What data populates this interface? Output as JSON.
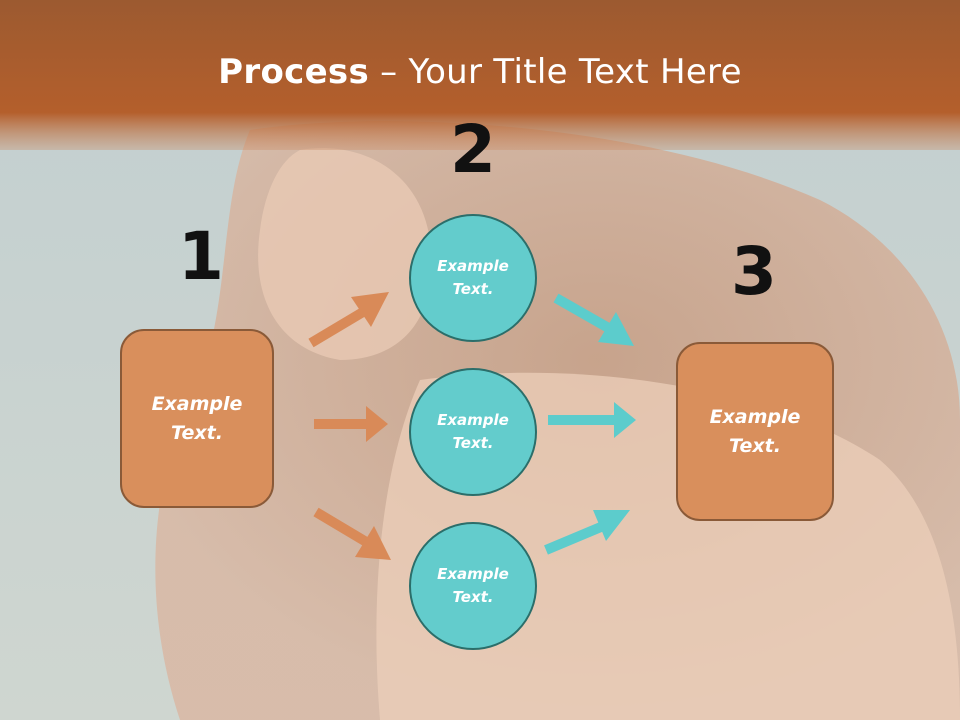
{
  "title": {
    "bold": "Process",
    "rest": " – Your Title Text Here"
  },
  "steps": [
    {
      "number": "1",
      "text": "Example\nText."
    },
    {
      "number": "2",
      "items": [
        "Example\nText.",
        "Example\nText.",
        "Example\nText."
      ]
    },
    {
      "number": "3",
      "text": "Example\nText."
    }
  ],
  "colors": {
    "header": "#b0582a",
    "box": "#d98f5c",
    "circle": "#63cccc",
    "arrow_orange": "#d98a58",
    "arrow_teal": "#5ccccc"
  }
}
